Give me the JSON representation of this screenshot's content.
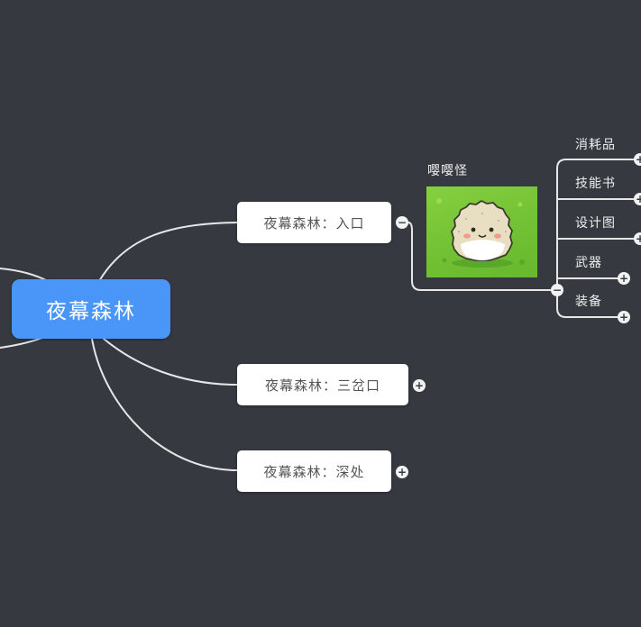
{
  "root": {
    "label": "夜幕森林"
  },
  "branches": [
    {
      "label": "夜幕森林：入口"
    },
    {
      "label": "夜幕森林：三岔口"
    },
    {
      "label": "夜幕森林：深处"
    }
  ],
  "monster": {
    "label": "嘤嘤怪"
  },
  "items": [
    "消耗品",
    "技能书",
    "设计图",
    "武器",
    "装备"
  ],
  "icons": {
    "expand": "+",
    "collapse": "−"
  },
  "colors": {
    "background": "#363A40",
    "root": "#4A96F8",
    "line": "#E6E6E6"
  }
}
